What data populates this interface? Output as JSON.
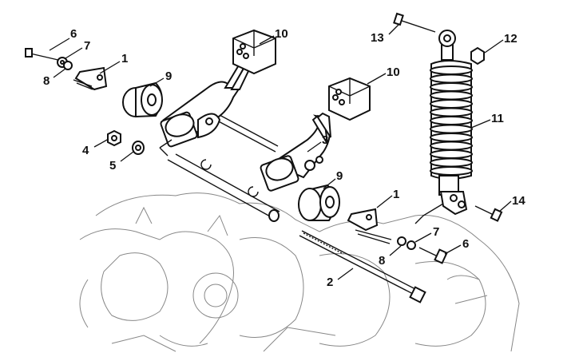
{
  "diagram": {
    "callouts": [
      {
        "id": "callout-6-left",
        "label": "6"
      },
      {
        "id": "callout-7-left",
        "label": "7"
      },
      {
        "id": "callout-8-left",
        "label": "8"
      },
      {
        "id": "callout-1-left",
        "label": "1"
      },
      {
        "id": "callout-9-left",
        "label": "9"
      },
      {
        "id": "callout-10-left",
        "label": "10"
      },
      {
        "id": "callout-4",
        "label": "4"
      },
      {
        "id": "callout-5",
        "label": "5"
      },
      {
        "id": "callout-3",
        "label": "3"
      },
      {
        "id": "callout-10-right",
        "label": "10"
      },
      {
        "id": "callout-9-right",
        "label": "9"
      },
      {
        "id": "callout-13",
        "label": "13"
      },
      {
        "id": "callout-12",
        "label": "12"
      },
      {
        "id": "callout-11",
        "label": "11"
      },
      {
        "id": "callout-14",
        "label": "14"
      },
      {
        "id": "callout-1-right",
        "label": "1"
      },
      {
        "id": "callout-7-right",
        "label": "7"
      },
      {
        "id": "callout-6-right",
        "label": "6"
      },
      {
        "id": "callout-8-right",
        "label": "8"
      },
      {
        "id": "callout-2",
        "label": "2"
      }
    ]
  }
}
